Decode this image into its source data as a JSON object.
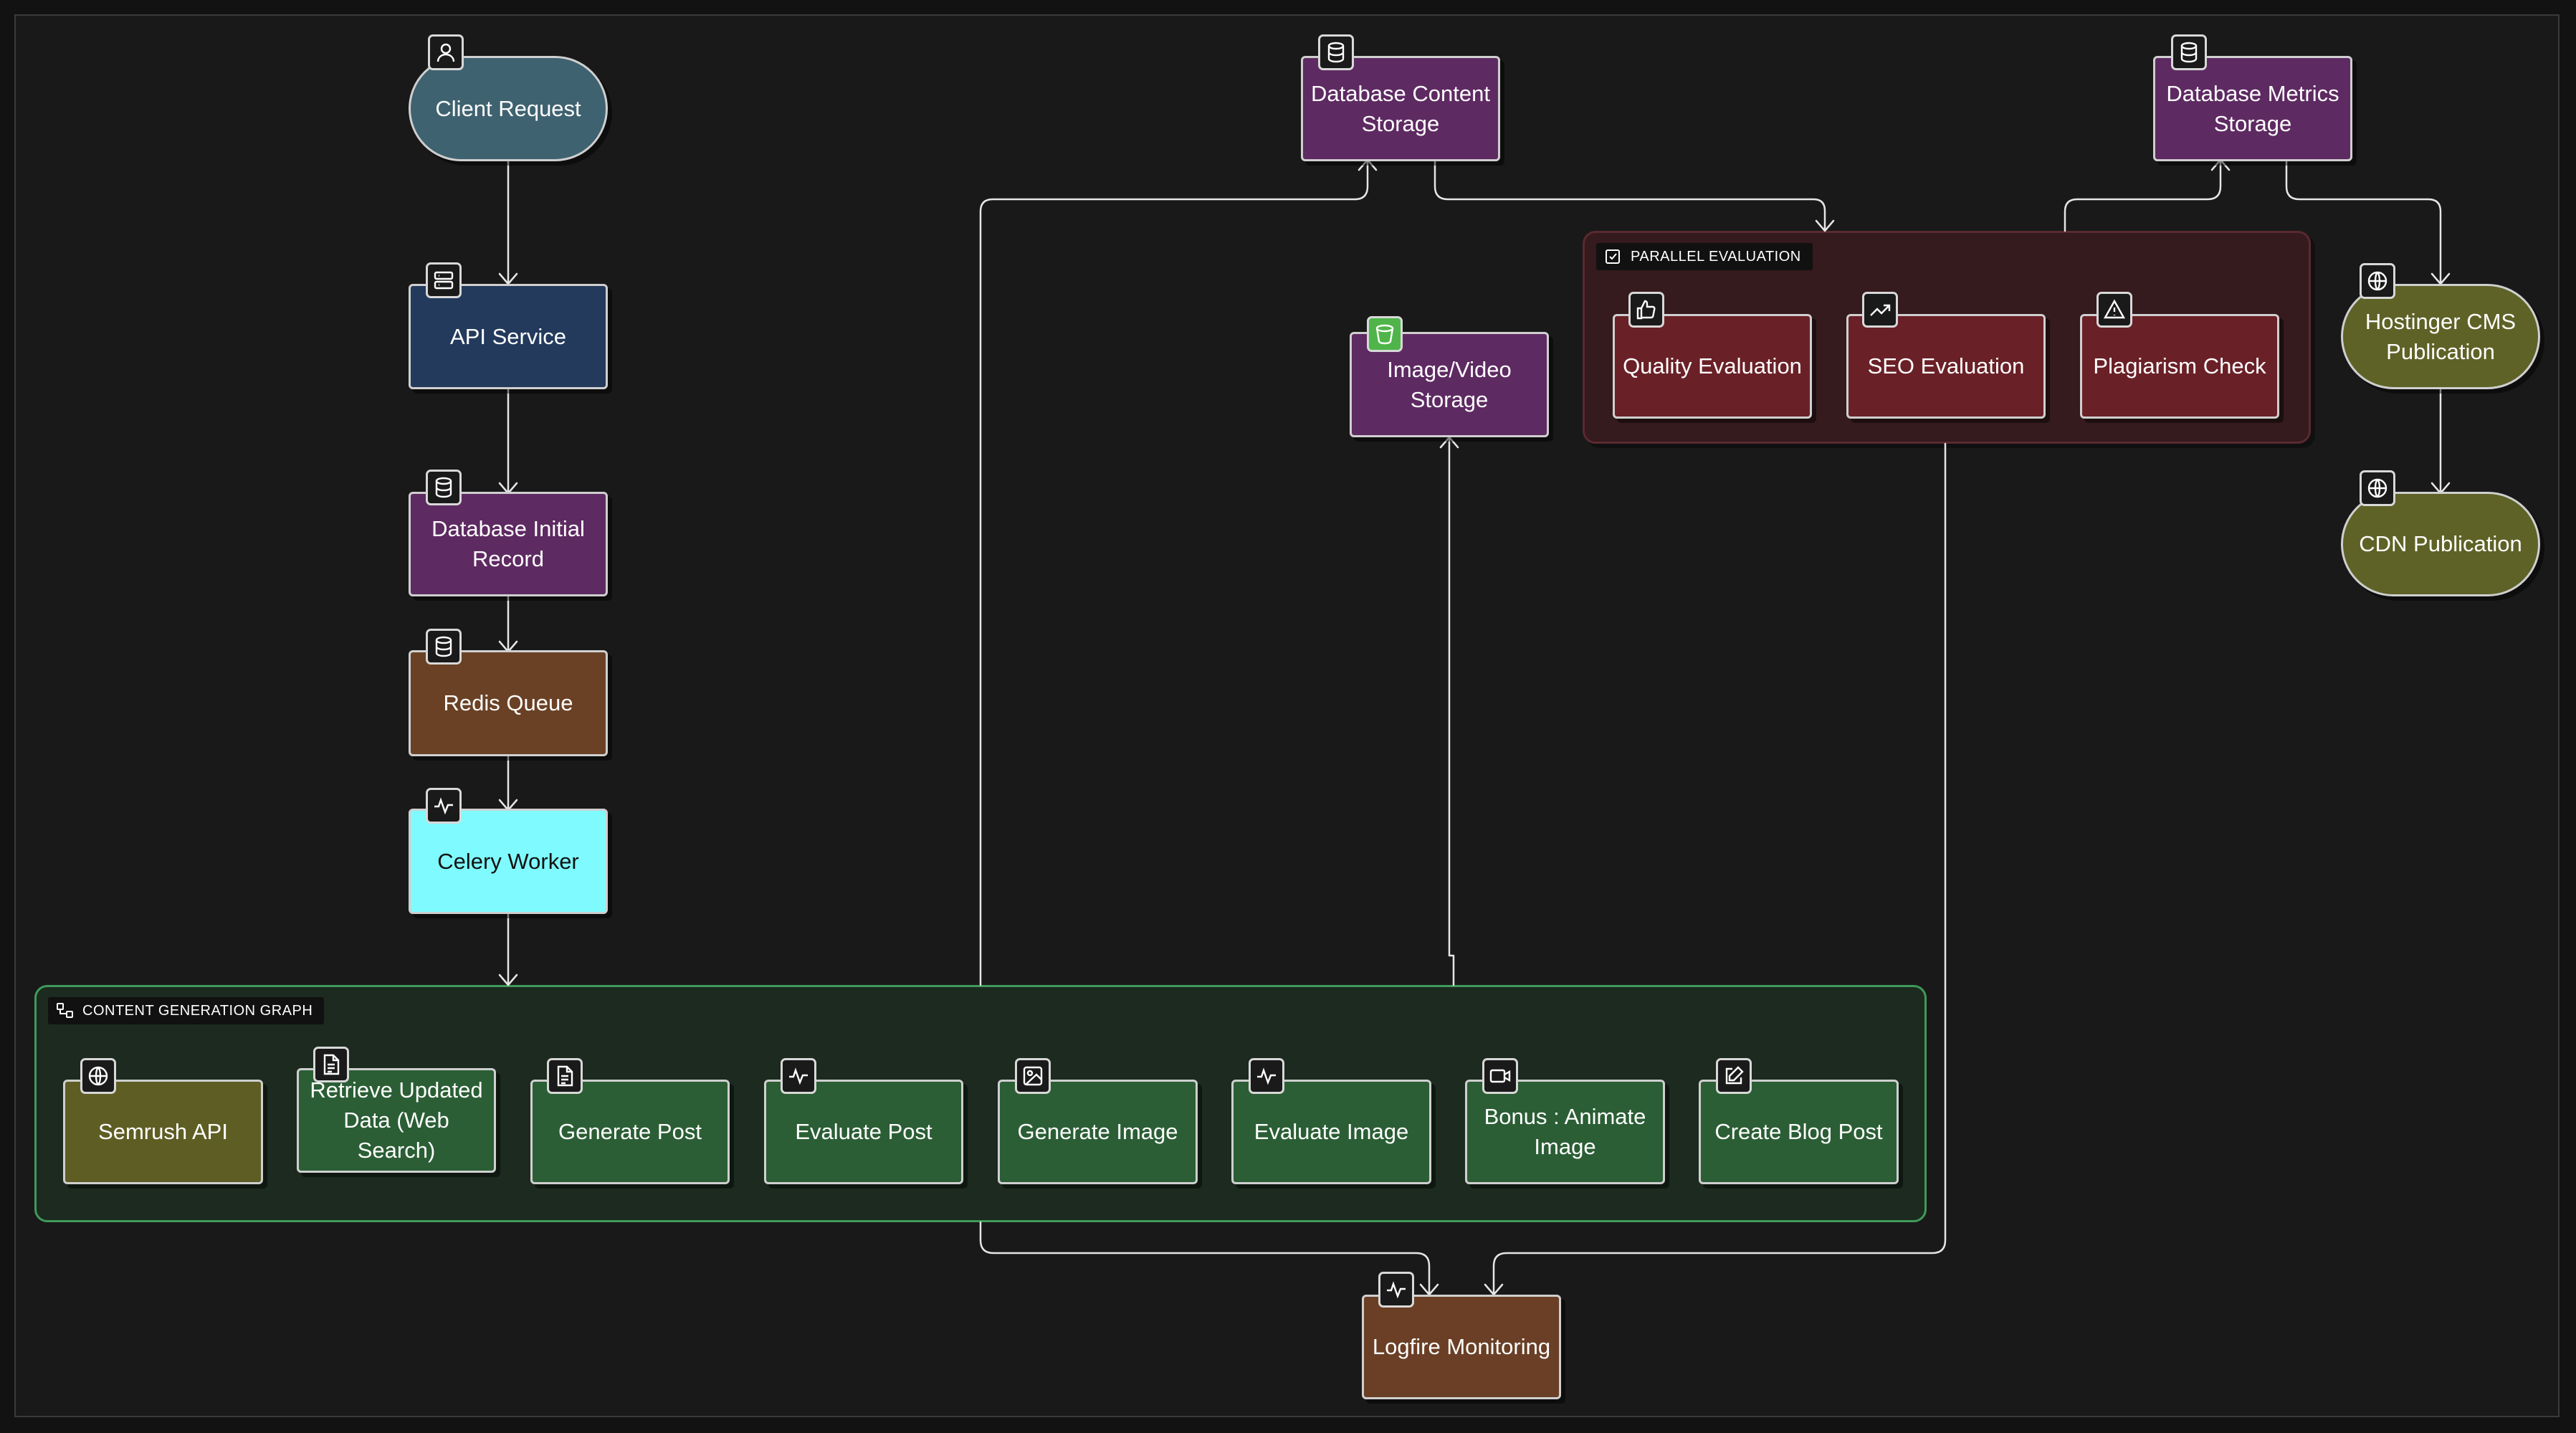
{
  "groups": {
    "content_generation": "CONTENT GENERATION GRAPH",
    "parallel_evaluation": "PARALLEL EVALUATION"
  },
  "nodes": {
    "client_request": "Client Request",
    "api_service": "API Service",
    "db_initial": "Database Initial Record",
    "redis_queue": "Redis Queue",
    "celery_worker": "Celery Worker",
    "db_content": "Database Content Storage",
    "db_metrics": "Database Metrics Storage",
    "image_storage": "Image/Video Storage",
    "quality_eval": "Quality Evaluation",
    "seo_eval": "SEO Evaluation",
    "plagiarism": "Plagiarism Check",
    "hostinger": "Hostinger CMS Publication",
    "cdn": "CDN Publication",
    "semrush": "Semrush API",
    "retrieve_data": "Retrieve Updated Data (Web Search)",
    "generate_post": "Generate Post",
    "evaluate_post": "Evaluate Post",
    "generate_image": "Generate Image",
    "evaluate_image": "Evaluate Image",
    "animate_image": "Bonus : Animate Image",
    "create_blog": "Create Blog Post",
    "logfire": "Logfire Monitoring"
  },
  "icons": {
    "client_request": "user-icon",
    "api_service": "server-icon",
    "db_initial": "database-icon",
    "redis_queue": "database-icon",
    "celery_worker": "activity-icon",
    "db_content": "database-icon",
    "db_metrics": "database-icon",
    "image_storage": "bucket-icon",
    "quality_eval": "thumbs-up-icon",
    "seo_eval": "trending-up-icon",
    "plagiarism": "warning-icon",
    "hostinger": "globe-icon",
    "cdn": "globe-icon",
    "semrush": "globe-icon",
    "retrieve_data": "document-icon",
    "generate_post": "document-icon",
    "evaluate_post": "activity-icon",
    "generate_image": "image-icon",
    "evaluate_image": "activity-icon",
    "animate_image": "video-icon",
    "create_blog": "edit-icon",
    "logfire": "activity-icon"
  },
  "colors": {
    "client_request": "#3f6270",
    "api_service": "#233a5c",
    "database": "#5e2a62",
    "redis_queue": "#6a4125",
    "celery_worker": "#7ffbff",
    "evaluation": "#6a2027",
    "publication": "#5e6226",
    "semrush": "#5e5e24",
    "generation": "#2b5e35",
    "logfire": "#6a3f26",
    "group_generation_border": "#3f9a5a",
    "group_evaluation_fill": "#351a1e"
  }
}
